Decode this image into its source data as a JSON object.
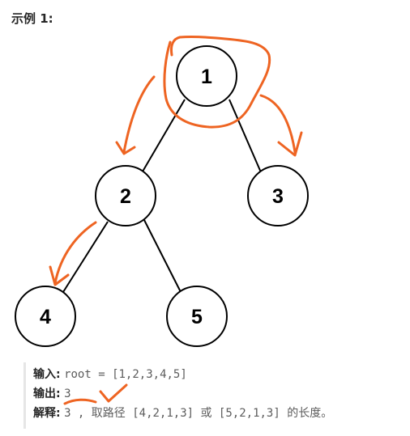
{
  "example": {
    "title": "示例 1:"
  },
  "tree": {
    "nodes": [
      {
        "id": "n1",
        "label": "1"
      },
      {
        "id": "n2",
        "label": "2"
      },
      {
        "id": "n3",
        "label": "3"
      },
      {
        "id": "n4",
        "label": "4"
      },
      {
        "id": "n5",
        "label": "5"
      }
    ],
    "edges": [
      [
        "1",
        "2"
      ],
      [
        "1",
        "3"
      ],
      [
        "2",
        "4"
      ],
      [
        "2",
        "5"
      ]
    ],
    "annotation_color": "#ee6422"
  },
  "io": {
    "input_label": "输入:",
    "input_value": "root = [1,2,3,4,5]",
    "output_label": "输出:",
    "output_value": "3",
    "explain_label": "解释:",
    "explain_value": "3 , 取路径 [4,2,1,3] 或 [5,2,1,3] 的长度。"
  }
}
